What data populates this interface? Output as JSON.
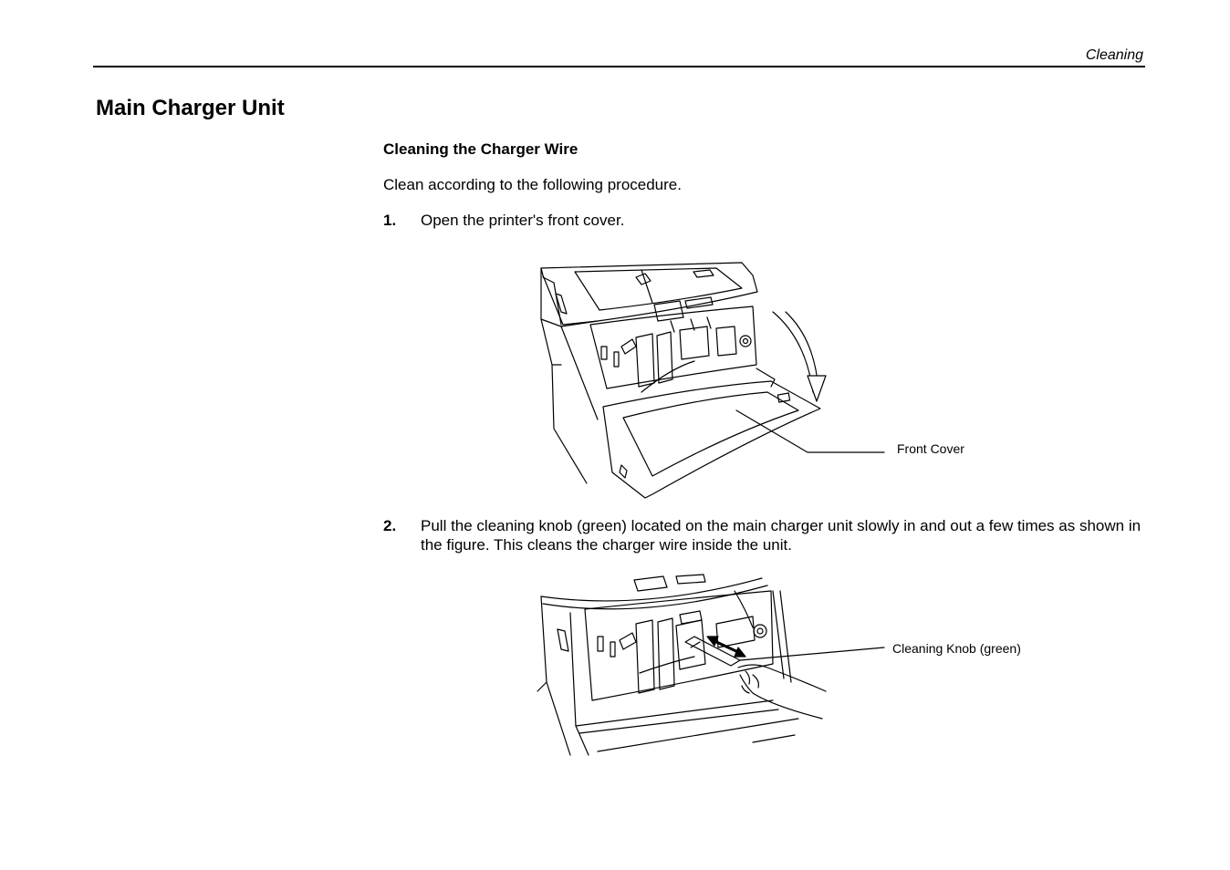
{
  "header": {
    "running_title": "Cleaning"
  },
  "section": {
    "title": "Main Charger Unit"
  },
  "subsection": {
    "title": "Cleaning the Charger Wire",
    "intro": "Clean according to the following procedure."
  },
  "steps": [
    {
      "number": "1.",
      "text": "Open the printer's front cover."
    },
    {
      "number": "2.",
      "text": "Pull the cleaning knob (green) located on the main charger unit slowly in and out a few times as shown in the figure.  This cleans the charger wire inside the unit."
    }
  ],
  "figures": [
    {
      "callout": "Front Cover"
    },
    {
      "callout": "Cleaning Knob (green)"
    }
  ]
}
